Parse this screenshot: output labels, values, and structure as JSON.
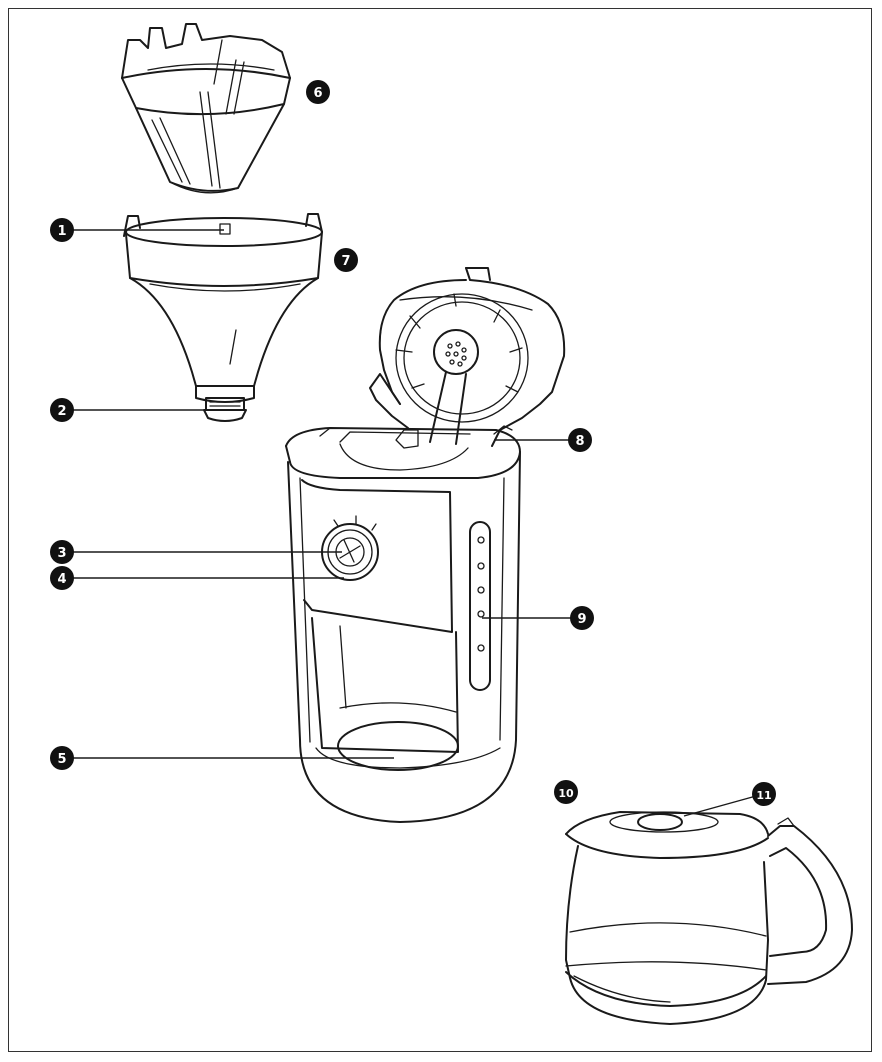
{
  "callouts": [
    {
      "id": "1",
      "label": "1"
    },
    {
      "id": "2",
      "label": "2"
    },
    {
      "id": "3",
      "label": "3"
    },
    {
      "id": "4",
      "label": "4"
    },
    {
      "id": "5",
      "label": "5"
    },
    {
      "id": "6",
      "label": "6"
    },
    {
      "id": "7",
      "label": "7"
    },
    {
      "id": "8",
      "label": "8"
    },
    {
      "id": "9",
      "label": "9"
    },
    {
      "id": "10",
      "label": "10"
    },
    {
      "id": "11",
      "label": "11"
    }
  ],
  "colors": {
    "ink": "#1a1a1a",
    "badge": "#111111",
    "background": "#ffffff"
  }
}
